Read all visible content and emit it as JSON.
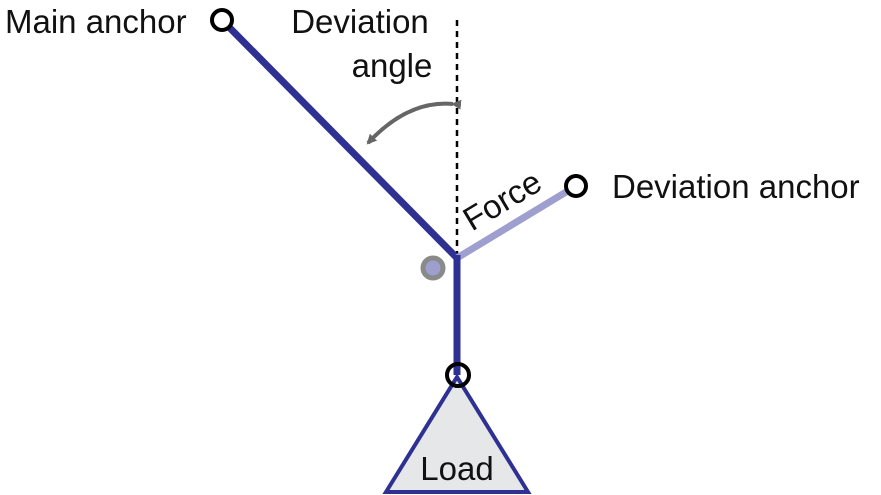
{
  "labels": {
    "main_anchor": "Main anchor",
    "deviation_angle_line1": "Deviation",
    "deviation_angle_line2": "angle",
    "force": "Force",
    "deviation_anchor": "Deviation anchor",
    "load": "Load"
  },
  "colors": {
    "rope": "#2e3192",
    "force_rope": "#9e9fcf",
    "arrow": "#666666",
    "pulley": "#8a8a8a",
    "load_fill": "#e6e7e8",
    "anchor": "#000000"
  }
}
